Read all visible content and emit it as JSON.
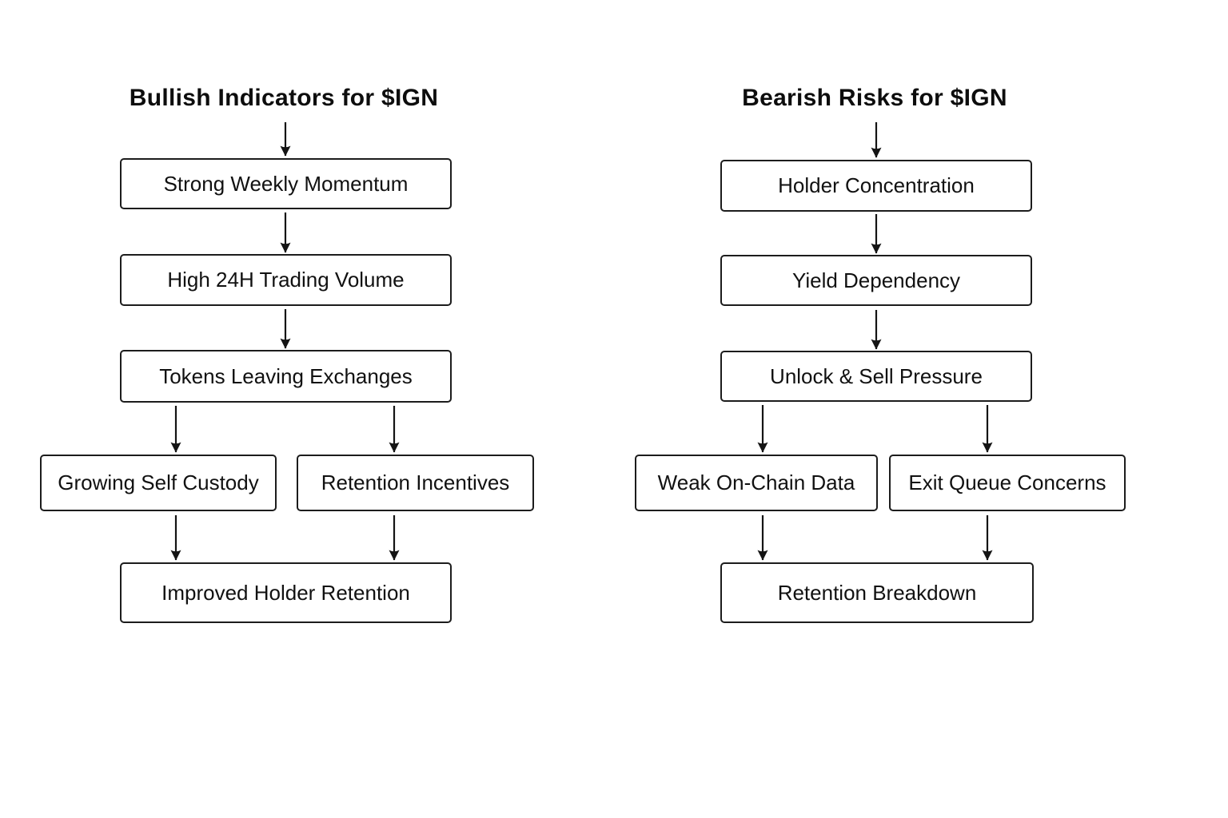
{
  "diagram": {
    "bullish": {
      "title": "Bullish Indicators for $IGN",
      "nodes": [
        "Strong Weekly Momentum",
        "High 24H Trading Volume",
        "Tokens Leaving Exchanges",
        "Growing Self Custody",
        "Retention Incentives",
        "Improved Holder Retention"
      ],
      "edges": [
        [
          "Bullish Indicators for $IGN",
          "Strong Weekly Momentum"
        ],
        [
          "Strong Weekly Momentum",
          "High 24H Trading Volume"
        ],
        [
          "High 24H Trading Volume",
          "Tokens Leaving Exchanges"
        ],
        [
          "Tokens Leaving Exchanges",
          "Growing Self Custody"
        ],
        [
          "Tokens Leaving Exchanges",
          "Retention Incentives"
        ],
        [
          "Growing Self Custody",
          "Improved Holder Retention"
        ],
        [
          "Retention Incentives",
          "Improved Holder Retention"
        ]
      ]
    },
    "bearish": {
      "title": "Bearish Risks for $IGN",
      "nodes": [
        "Holder Concentration",
        "Yield Dependency",
        "Unlock & Sell Pressure",
        "Weak On-Chain Data",
        "Exit Queue Concerns",
        "Retention Breakdown"
      ],
      "edges": [
        [
          "Bearish Risks for $IGN",
          "Holder Concentration"
        ],
        [
          "Holder Concentration",
          "Yield Dependency"
        ],
        [
          "Yield Dependency",
          "Unlock & Sell Pressure"
        ],
        [
          "Unlock & Sell Pressure",
          "Weak On-Chain Data"
        ],
        [
          "Unlock & Sell Pressure",
          "Exit Queue Concerns"
        ],
        [
          "Weak On-Chain Data",
          "Retention Breakdown"
        ],
        [
          "Exit Queue Concerns",
          "Retention Breakdown"
        ]
      ]
    },
    "style": {
      "background": "#ffffff",
      "node_fill": "#ffffff",
      "node_border": "#1c1c1c",
      "text_color": "#111111",
      "arrow_color": "#141414"
    }
  }
}
